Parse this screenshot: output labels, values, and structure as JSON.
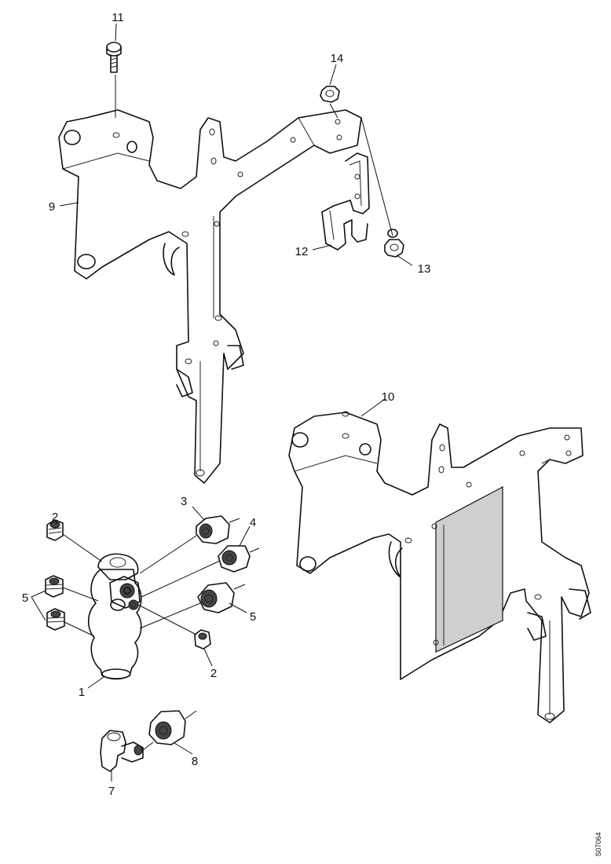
{
  "callouts": {
    "c1": "1",
    "c2a": "2",
    "c2b": "2",
    "c3": "3",
    "c4": "4",
    "c5a": "5",
    "c5b": "5",
    "c7": "7",
    "c8": "8",
    "c9": "9",
    "c10": "10",
    "c11": "11",
    "c12": "12",
    "c13": "13",
    "c14": "14"
  },
  "drawing_code": "S07064"
}
